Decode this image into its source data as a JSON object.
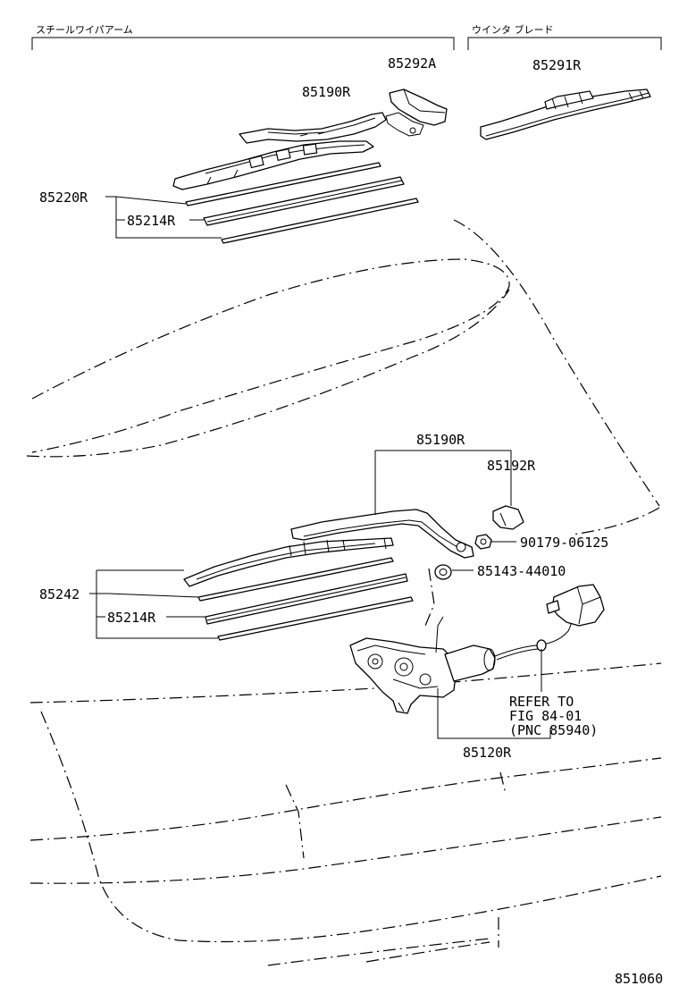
{
  "headers": {
    "steel_wiper_arm": "スチールワイパアーム",
    "winter_blade": "ウインタ ブレード"
  },
  "part_numbers": {
    "p85292A": "85292A",
    "p85291R": "85291R",
    "p85190R_top": "85190R",
    "p85220R": "85220R",
    "p85214R_top": "85214R",
    "p85190R_mid": "85190R",
    "p85192R": "85192R",
    "p90179": "90179-06125",
    "p85143": "85143-44010",
    "p85242": "85242",
    "p85214R_mid": "85214R",
    "p85120R": "85120R"
  },
  "refer_note": {
    "line1": "REFER TO",
    "line2": "FIG 84-01",
    "line3": "(PNC 85940)"
  },
  "figure_code": "851060"
}
